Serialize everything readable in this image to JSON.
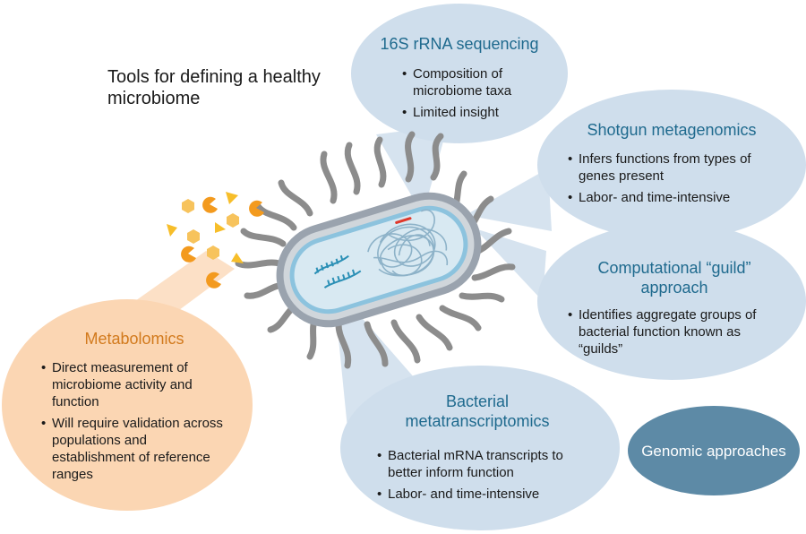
{
  "title": "Tools for defining a healthy microbiome",
  "colors": {
    "bubble_blue": "#cfdeec",
    "bubble_orange": "#fbd6b3",
    "genomic_fill": "#5d8aa6",
    "heading_blue": "#1f6a8e",
    "heading_orange": "#d27a1d",
    "cell_wall": "#9aa3ae",
    "cell_inner": "#8cc3de",
    "flagella": "#8c8c8c",
    "metabolite_orange": "#f39a1e",
    "metabolite_yellow": "#f7be2a"
  },
  "icons": [
    "bacterium-icon",
    "dna-strand-icon",
    "rna-strand-icon",
    "metabolite-hexagon-icon",
    "metabolite-triangle-icon",
    "metabolite-pacman-icon"
  ],
  "sections": {
    "rrna": {
      "heading": "16S rRNA sequencing",
      "bullets": [
        "Composition of microbiome taxa",
        "Limited insight"
      ]
    },
    "shotgun": {
      "heading": "Shotgun metagenomics",
      "bullets": [
        "Infers functions from types of genes present",
        "Labor- and time-intensive"
      ]
    },
    "guild": {
      "heading": "Computational “guild” approach",
      "bullets": [
        "Identifies aggregate groups of bacterial function known as “guilds”"
      ]
    },
    "metatranscriptomics": {
      "heading": "Bacterial metatranscriptomics",
      "bullets": [
        "Bacterial mRNA transcripts to better inform function",
        "Labor- and time-intensive"
      ]
    },
    "metabolomics": {
      "heading": "Metabolomics",
      "bullets": [
        "Direct measurement of microbiome activity and function",
        "Will require validation across populations and establishment of reference ranges"
      ]
    },
    "genomic": {
      "label": "Genomic approaches"
    }
  }
}
